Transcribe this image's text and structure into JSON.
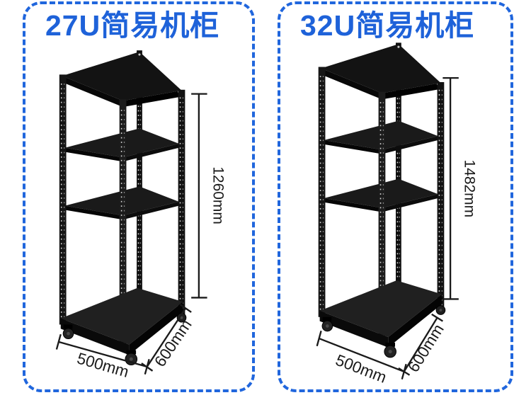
{
  "page": {
    "type": "product-spec-comparison",
    "background": "#ffffff"
  },
  "theme": {
    "title_blue": "#1e62d9",
    "border_blue": "#2066dd",
    "dimension_line_color": "#1a1a1a",
    "rack_color": "#141414"
  },
  "products": [
    {
      "title": "27U简易机柜",
      "dimensions": {
        "height": "1260mm",
        "width": "500mm",
        "depth": "600mm"
      }
    },
    {
      "title": "32U简易机柜",
      "dimensions": {
        "height": "1482mm",
        "width": "500mm",
        "depth": "600mm"
      }
    }
  ]
}
